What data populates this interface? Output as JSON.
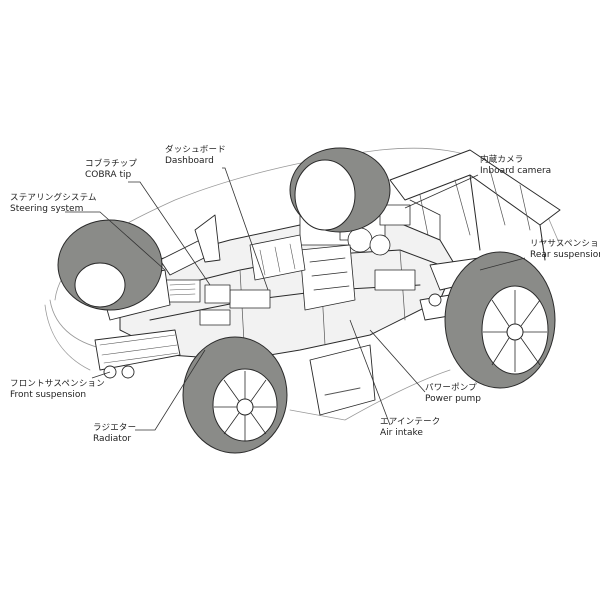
{
  "colors": {
    "tire": "#8a8b88",
    "line": "#2a2a2a",
    "chassis_fill": "#f2f2f2",
    "background": "#ffffff"
  },
  "labels": {
    "cobra_tip": {
      "jp": "コブラチップ",
      "en": "COBRA tip"
    },
    "dashboard": {
      "jp": "ダッシュボード",
      "en": "Dashboard"
    },
    "inboard_camera": {
      "jp": "内蔵カメラ",
      "en": "Inboard camera"
    },
    "steering_system": {
      "jp": "ステアリングシステム",
      "en": "Steering system"
    },
    "rear_suspension": {
      "jp": "リヤサスペンション",
      "en": "Rear suspension"
    },
    "front_suspension": {
      "jp": "フロントサスペンション",
      "en": "Front suspension"
    },
    "power_pump": {
      "jp": "パワーポンプ",
      "en": "Power pump"
    },
    "radiator": {
      "jp": "ラジエター",
      "en": "Radiator"
    },
    "air_intake": {
      "jp": "エアインテーク",
      "en": "Air intake"
    }
  },
  "icons": [
    "car-illustration"
  ]
}
